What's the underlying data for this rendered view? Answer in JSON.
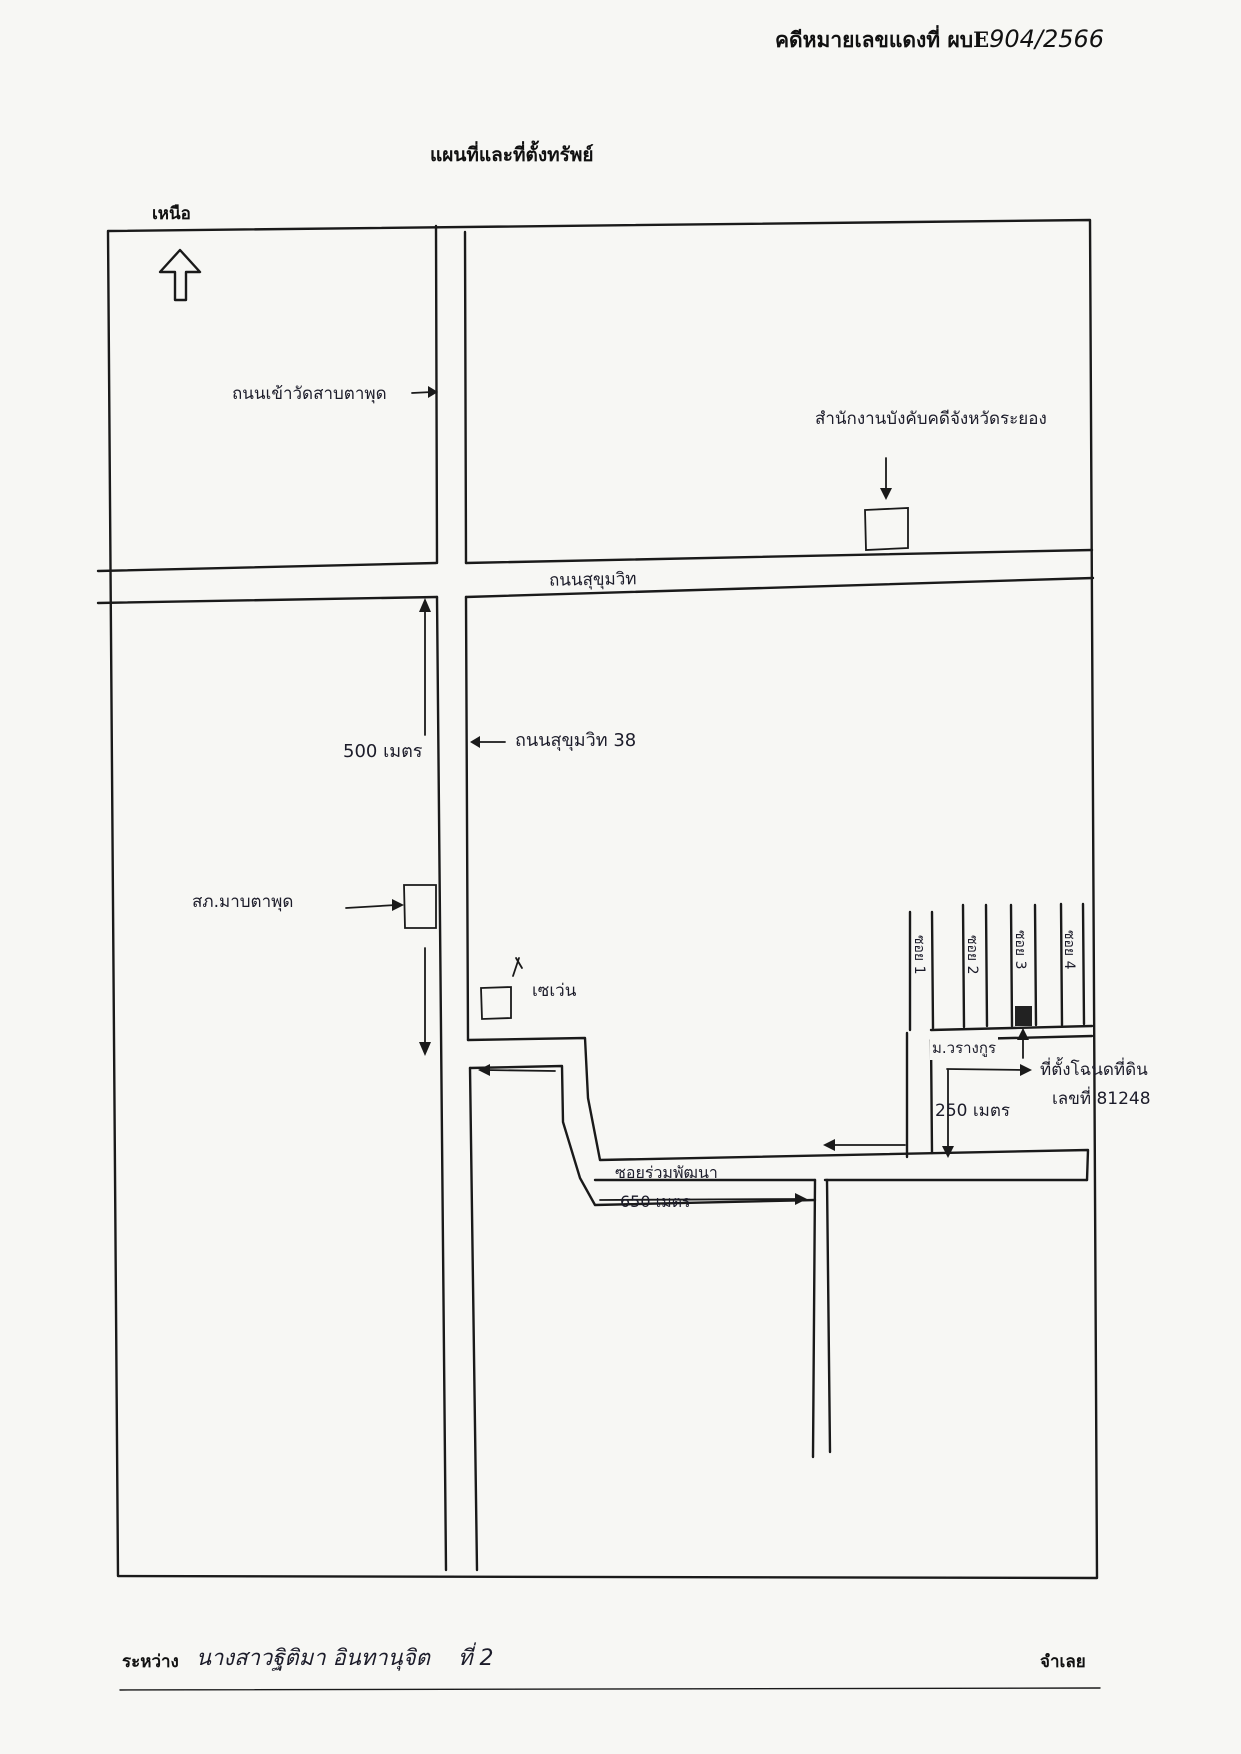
{
  "header": {
    "case_prefix": "คดีหมายเลขแดงที่ ผบE",
    "case_number": "904/2566"
  },
  "map": {
    "title": "แผนที่และที่ตั้งทรัพย์",
    "north_label": "เหนือ",
    "road_top_left": "ถนนเข้าวัดสาบตาพุด",
    "office_label": "สำนักงานบังคับคดีจังหวัดระยอง",
    "road_sukhumvit": "ถนนสุขุมวิท",
    "distance_500": "500 เมตร",
    "road_sukhumvit_38": "ถนนสุขุมวิท 38",
    "police_station": "สภ.มาบตาพุด",
    "seven_eleven": "เซเว่น",
    "soi_road": "ซอยร่วมพัฒนา",
    "distance_650": "650 เมตร",
    "distance_250": "250 เมตร",
    "village": "ม.วรางกูร",
    "property_line1": "ที่ตั้งโฉนดที่ดิน",
    "property_line2": "เลขที่ 81248",
    "lanes": [
      "ซอย 1",
      "ซอย 2",
      "ซอย 3",
      "ซอย 4"
    ]
  },
  "footer": {
    "between_label": "ระหว่าง",
    "party_name": "นางสาวฐิติมา อินทานุจิต",
    "party_position": "ที่ 2",
    "role_label": "จำเลย"
  }
}
